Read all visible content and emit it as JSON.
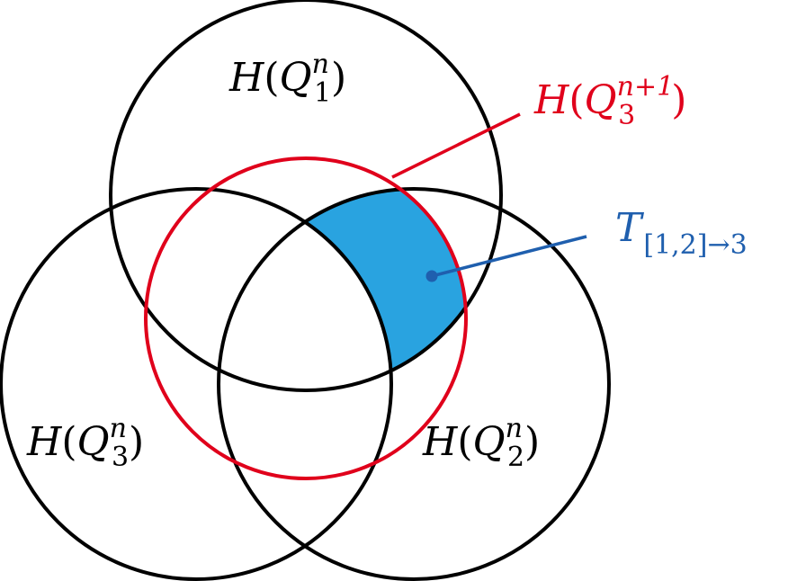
{
  "labels": {
    "circle1": {
      "func": "H",
      "sym": "Q",
      "sub": "1",
      "sup": "n"
    },
    "circle2": {
      "func": "H",
      "sym": "Q",
      "sub": "2",
      "sup": "n"
    },
    "circle3": {
      "func": "H",
      "sym": "Q",
      "sub": "3",
      "sup": "n"
    },
    "red": {
      "func": "H",
      "sym": "Q",
      "sub": "3",
      "sup": "n+1"
    },
    "region": {
      "sym": "T",
      "sub": "[1,2]→3"
    }
  },
  "colors": {
    "circle": "#000000",
    "red": "#e0001b",
    "region_fill": "#29a3e0",
    "region_label": "#1f5fae"
  }
}
